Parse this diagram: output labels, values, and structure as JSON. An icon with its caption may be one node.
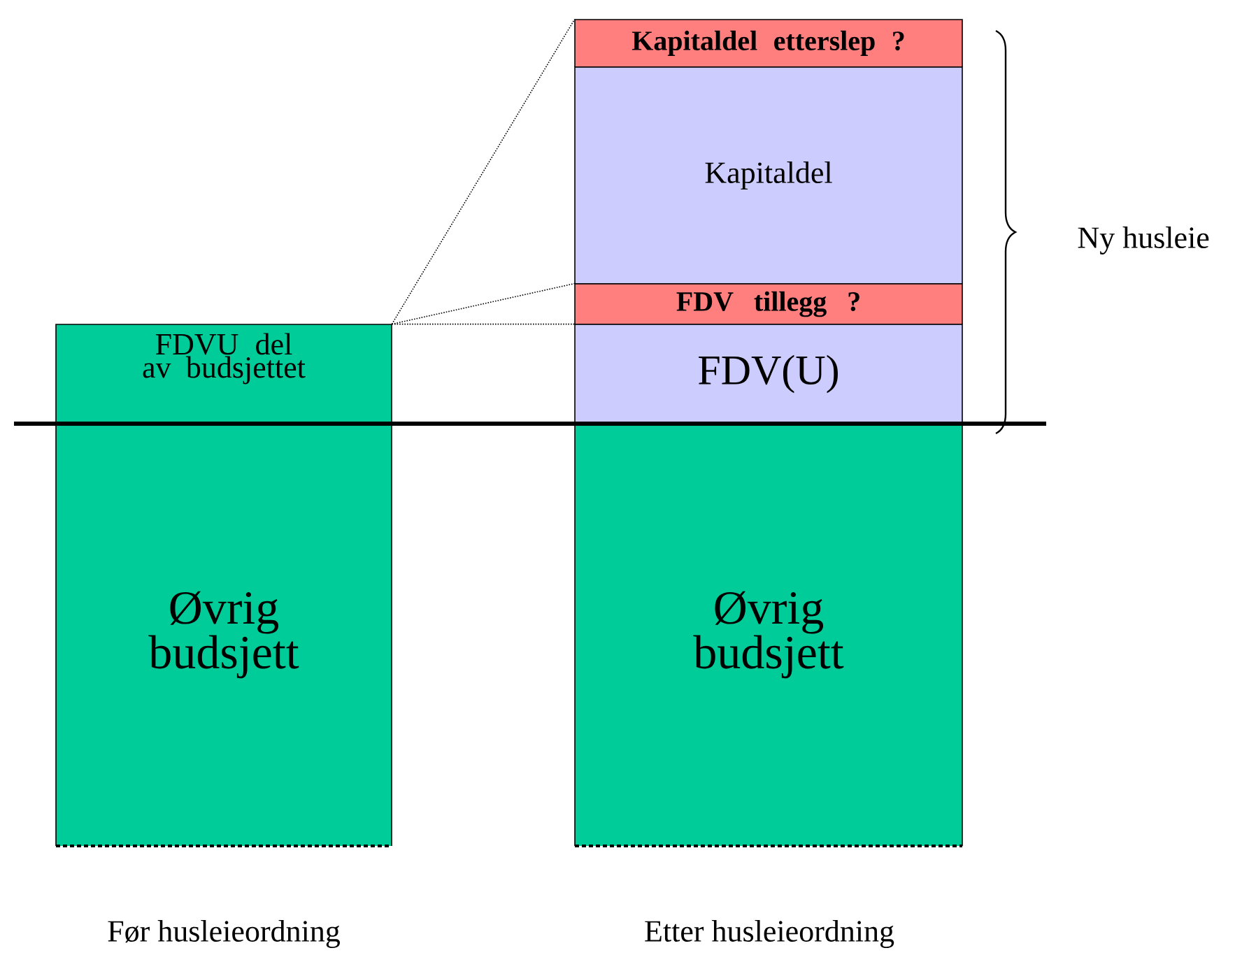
{
  "diagram": {
    "nodes": [
      {
        "text": [
          "FDVU del av budsjettet"
        ]
      },
      {
        "text": [
          "Øvrig budsjett"
        ]
      },
      {
        "text": [
          "Kapitaldel etterslep ?"
        ]
      },
      {
        "text": [
          "Kapitaldel"
        ]
      },
      {
        "text": [
          "FDV tillegg ?"
        ]
      },
      {
        "text": [
          "FDV(U)"
        ]
      },
      {
        "text": [
          "Øvrig budsjett"
        ]
      }
    ],
    "edges": [
      {
        "from": 0,
        "to": 2,
        "arrow": "none",
        "style": "dashed"
      },
      {
        "from": 0,
        "to": 4,
        "arrow": "none",
        "style": "dashed"
      },
      {
        "from": 0,
        "to": 5,
        "arrow": "none",
        "style": "dashed"
      }
    ],
    "labels": [
      "Ny husleie",
      "Før husleieordning",
      "Etter husleieordning"
    ]
  }
}
